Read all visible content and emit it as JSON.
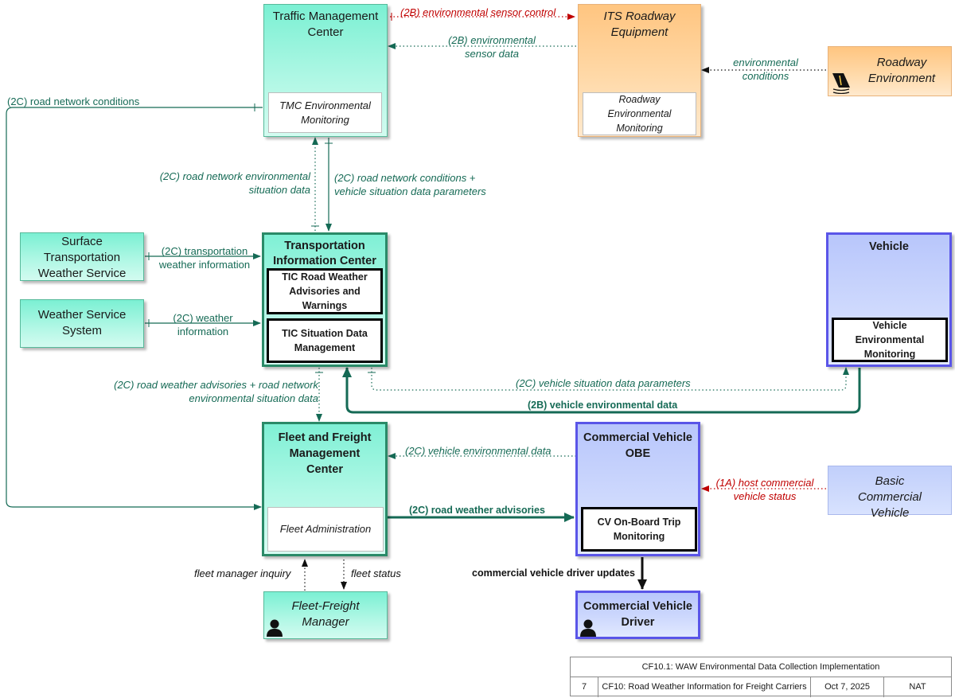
{
  "nodes": {
    "tmc": {
      "title": "Traffic Management Center",
      "inner": "TMC Environmental Monitoring"
    },
    "its": {
      "title": "ITS Roadway Equipment",
      "inner": "Roadway Environmental Monitoring"
    },
    "roadway_env": {
      "title": "Roadway Environment"
    },
    "stws": {
      "title": "Surface Transportation Weather Service"
    },
    "wss": {
      "title": "Weather Service System"
    },
    "tic": {
      "title": "Transportation Information Center",
      "inner1": "TIC Road Weather Advisories and Warnings",
      "inner2": "TIC Situation Data Management"
    },
    "vehicle": {
      "title": "Vehicle",
      "inner": "Vehicle Environmental Monitoring"
    },
    "ffmc": {
      "title": "Fleet and Freight Management Center",
      "inner": "Fleet Administration"
    },
    "cvobe": {
      "title": "Commercial Vehicle OBE",
      "inner": "CV On-Board Trip Monitoring"
    },
    "bcv": {
      "title": "Basic Commercial Vehicle"
    },
    "ffm": {
      "title": "Fleet-Freight Manager"
    },
    "cvd": {
      "title": "Commercial Vehicle Driver"
    }
  },
  "flows": {
    "env_sensor_control": "(2B) environmental sensor control",
    "env_sensor_data": "(2B) environmental sensor data",
    "env_conditions": "environmental conditions",
    "road_network_conditions": "(2C) road network conditions",
    "rn_env_situation": "(2C) road network environmental situation data",
    "rn_cond_vsdp": "(2C) road network conditions + vehicle situation data parameters",
    "transport_weather_info": "(2C) transportation weather information",
    "weather_info": "(2C) weather information",
    "rw_advisories_rnesd": "(2C) road weather advisories + road network environmental situation data",
    "vehicle_situation_params": "(2C) vehicle situation data parameters",
    "vehicle_env_data_2b": "(2B) vehicle environmental data",
    "vehicle_env_data_2c": "(2C) vehicle environmental data",
    "host_cv_status": "(1A) host commercial vehicle status",
    "road_weather_advisories": "(2C) road weather advisories",
    "cv_driver_updates": "commercial vehicle driver updates",
    "fleet_manager_inquiry": "fleet manager inquiry",
    "fleet_status": "fleet status"
  },
  "footer": {
    "title": "CF10.1: WAW Environmental Data Collection Implementation",
    "number": "7",
    "package": "CF10: Road Weather Information for Freight Carriers",
    "date": "Oct 7, 2025",
    "scope": "NAT"
  },
  "colors": {
    "flow_green": "#156a55",
    "flow_red": "#c00000",
    "center_border": "#2a8a68",
    "vehicle_border": "#5a55e8"
  },
  "icons": [
    "person-icon",
    "roadway-icon"
  ]
}
